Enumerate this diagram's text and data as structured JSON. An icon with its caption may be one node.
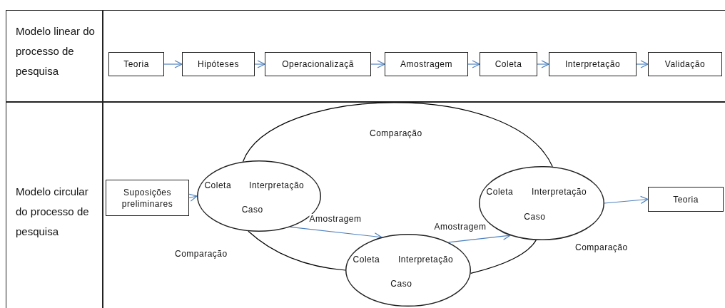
{
  "diagram": {
    "nodes": [
      {
        "text": [
          "Teoria"
        ]
      },
      {
        "text": [
          "Hipóteses"
        ]
      },
      {
        "text": [
          "Operacionalizaçã"
        ]
      },
      {
        "text": [
          "Amostragem"
        ]
      },
      {
        "text": [
          "Coleta"
        ]
      },
      {
        "text": [
          "Interpretação"
        ]
      },
      {
        "text": [
          "Validação"
        ]
      },
      {
        "text": [
          "Suposições preliminares"
        ]
      },
      {
        "text": [
          "Coleta",
          "Interpretação",
          "Caso"
        ]
      },
      {
        "text": [
          "Coleta",
          "Interpretação",
          "Caso"
        ]
      },
      {
        "text": [
          "Coleta",
          "Interpretação",
          "Caso"
        ]
      },
      {
        "text": [
          "Teoria"
        ]
      }
    ],
    "edges": [
      {
        "from": 0,
        "to": 1,
        "arrow": "to"
      },
      {
        "from": 1,
        "to": 2,
        "arrow": "to"
      },
      {
        "from": 2,
        "to": 3,
        "arrow": "to"
      },
      {
        "from": 3,
        "to": 4,
        "arrow": "to"
      },
      {
        "from": 4,
        "to": 5,
        "arrow": "to"
      },
      {
        "from": 5,
        "to": 6,
        "arrow": "to"
      },
      {
        "from": 7,
        "to": 8,
        "arrow": "to"
      },
      {
        "from": 8,
        "to": 9,
        "arrow": "to",
        "label": "Amostragem"
      },
      {
        "from": 9,
        "to": 10,
        "arrow": "to",
        "label": "Amostragem"
      },
      {
        "from": 10,
        "to": 11,
        "arrow": "to"
      },
      {
        "from": 8,
        "to": 10,
        "arrow": "none",
        "color": "#000000"
      },
      {
        "from": 8,
        "to": 9,
        "arrow": "none",
        "color": "#000000"
      },
      {
        "from": 9,
        "to": 10,
        "arrow": "none",
        "color": "#000000"
      }
    ],
    "labels": [
      "Modelo linear do processo de pesquisa",
      "Modelo circular do processo de pesquisa",
      "Comparação",
      "Comparação",
      "Comparação"
    ]
  }
}
